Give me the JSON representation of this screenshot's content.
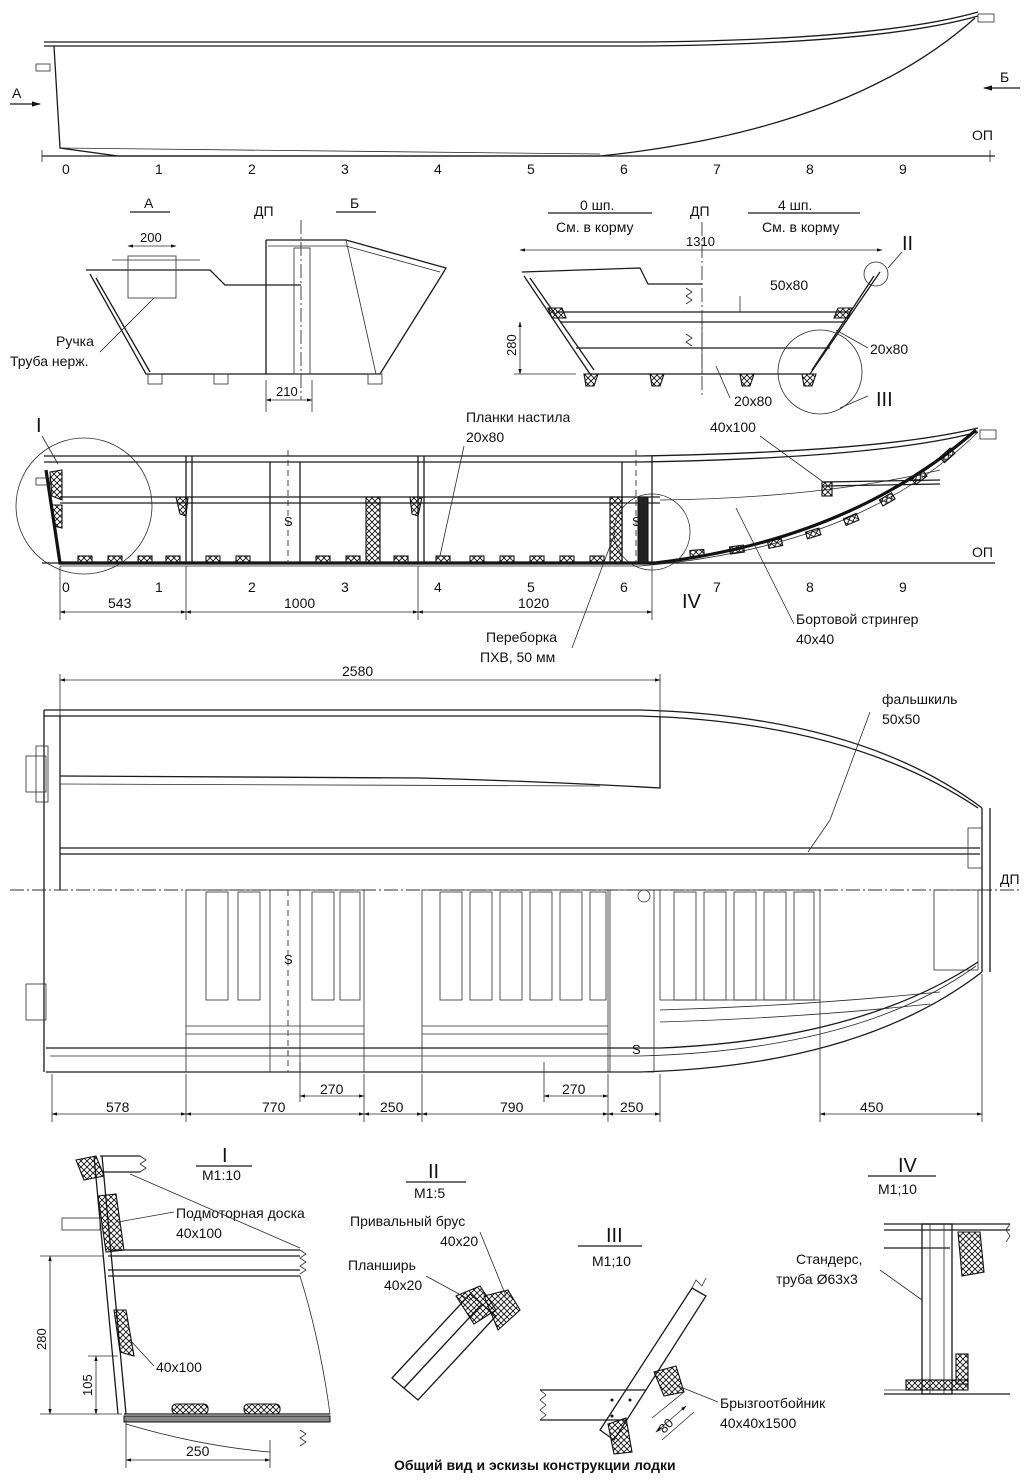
{
  "stations": [
    "0",
    "1",
    "2",
    "3",
    "4",
    "5",
    "6",
    "7",
    "8",
    "9"
  ],
  "labels": {
    "A": "А",
    "B": "Б",
    "OP": "ОП",
    "DP": "ДП",
    "view_A": "А",
    "view_B": "Б",
    "frame0_title": "0 шп.",
    "frame0_sub": "См. в корму",
    "frame4_title": "4 шп.",
    "frame4_sub": "См. в корму",
    "handle_1": "Ручка",
    "handle_2": "Труба нерж.",
    "deck_planks_1": "Планки настила",
    "deck_planks_2": "20х80",
    "bulkhead_1": "Переборка",
    "bulkhead_2": "ПХВ, 50 мм",
    "side_stringer_1": "Бортовой стрингер",
    "side_stringer_2": "40х40",
    "false_keel_1": "фальшкиль",
    "false_keel_2": "50х50",
    "sec_I": "I",
    "sec_II": "II",
    "sec_III": "III",
    "sec_IV": "IV",
    "scale_I": "М1:10",
    "scale_II": "М1:5",
    "scale_III": "М1;10",
    "scale_IV": "М1;10",
    "motor_board_1": "Подмоторная доска",
    "motor_board_2": "40х100",
    "rub_rail_1": "Привальный брус",
    "rub_rail_2": "40х20",
    "gunwale_1": "Планширь",
    "gunwale_2": "40х20",
    "stanchion_1": "Стандерс,",
    "stanchion_2": "труба Ø63х3",
    "spray_rail_1": "Брызгоотбойник",
    "spray_rail_2": "40х40х1500",
    "caption": "Общий вид и эскизы конструкции лодки",
    "s_mark": "S"
  },
  "dims": {
    "d200": "200",
    "d210": "210",
    "d1310": "1310",
    "d280": "280",
    "d50x80": "50х80",
    "d20x80a": "20х80",
    "d20x80b": "20х80",
    "d40x100": "40х100",
    "d543": "543",
    "d1000": "1000",
    "d1020": "1020",
    "d2580": "2580",
    "d578": "578",
    "d770": "770",
    "d270a": "270",
    "d250a": "250",
    "d790": "790",
    "d270b": "270",
    "d250b": "250",
    "d450": "450",
    "sI_280": "280",
    "sI_105": "105",
    "sI_250": "250",
    "sI_40x100": "40х100",
    "sIII_80": "80"
  }
}
